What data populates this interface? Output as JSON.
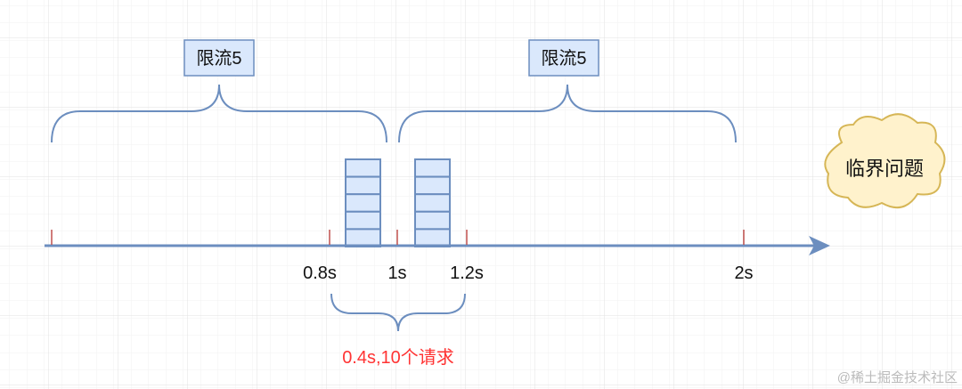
{
  "windows": [
    {
      "label": "限流5"
    },
    {
      "label": "限流5"
    }
  ],
  "ticks": [
    "0.8s",
    "1s",
    "1.2s",
    "2s"
  ],
  "burst_note": "0.4s,10个请求",
  "cloud_label": "临界问题",
  "watermark": "@稀土掘金技术社区",
  "colors": {
    "axis": "#6c8ebf",
    "tick": "#c0504d",
    "box_fill": "#dae8fc",
    "cloud_fill": "#fff2cc",
    "cloud_stroke": "#d6b656",
    "note": "#ff3333"
  }
}
